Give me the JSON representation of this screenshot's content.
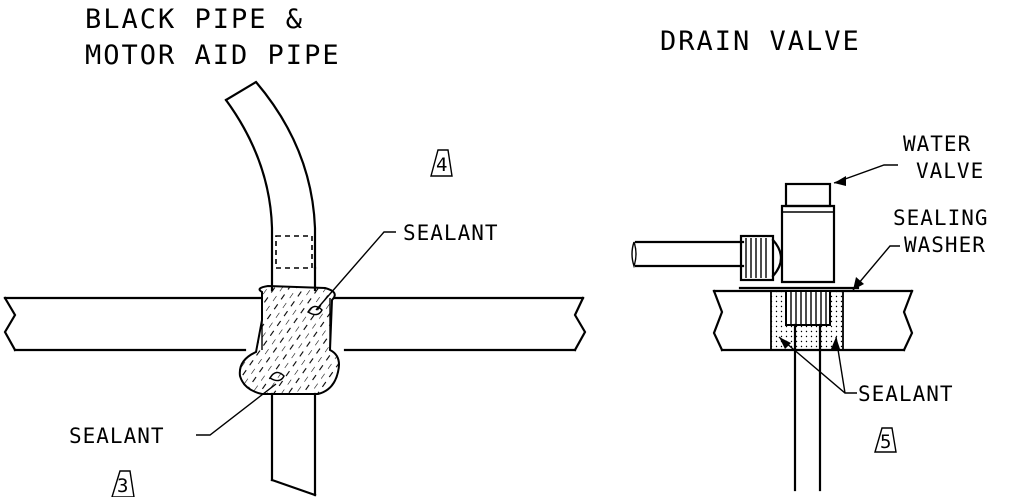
{
  "left_panel": {
    "title_line1": "BLACK PIPE &",
    "title_line2": "MOTOR AID PIPE",
    "sealant_label_upper": "SEALANT",
    "sealant_label_lower": "SEALANT",
    "step_marker_3": "3",
    "step_marker_4": "4"
  },
  "right_panel": {
    "title": "DRAIN VALVE",
    "water_valve_line1": "WATER",
    "water_valve_line2": "VALVE",
    "sealing_washer_line1": "SEALING",
    "sealing_washer_line2": "WASHER",
    "sealant_label": "SEALANT",
    "step_marker_5": "5"
  }
}
